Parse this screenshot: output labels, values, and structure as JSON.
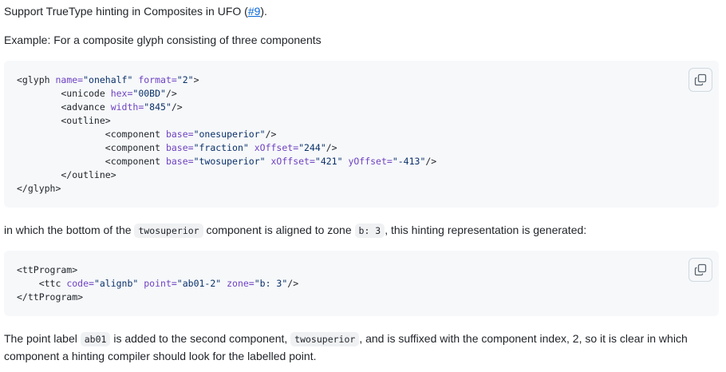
{
  "p1": {
    "text_before": "Support TrueType hinting in Composites in UFO (",
    "link": "#9",
    "text_after": ")."
  },
  "p2": {
    "text": "Example: For a composite glyph consisting of three components"
  },
  "code1": {
    "lines": [
      [
        [
          "tag",
          "<glyph "
        ],
        [
          "attr",
          "name="
        ],
        [
          "val",
          "\"onehalf\""
        ],
        [
          "attr",
          " format="
        ],
        [
          "val",
          "\"2\""
        ],
        [
          "tag",
          ">"
        ]
      ],
      [
        [
          "tag",
          "        <unicode "
        ],
        [
          "attr",
          "hex="
        ],
        [
          "val",
          "\"00BD\""
        ],
        [
          "tag",
          "/>"
        ]
      ],
      [
        [
          "tag",
          "        <advance "
        ],
        [
          "attr",
          "width="
        ],
        [
          "val",
          "\"845\""
        ],
        [
          "tag",
          "/>"
        ]
      ],
      [
        [
          "tag",
          "        <outline>"
        ]
      ],
      [
        [
          "tag",
          "                <component "
        ],
        [
          "attr",
          "base="
        ],
        [
          "val",
          "\"onesuperior\""
        ],
        [
          "tag",
          "/>"
        ]
      ],
      [
        [
          "tag",
          "                <component "
        ],
        [
          "attr",
          "base="
        ],
        [
          "val",
          "\"fraction\""
        ],
        [
          "attr",
          " xOffset="
        ],
        [
          "val",
          "\"244\""
        ],
        [
          "tag",
          "/>"
        ]
      ],
      [
        [
          "tag",
          "                <component "
        ],
        [
          "attr",
          "base="
        ],
        [
          "val",
          "\"twosuperior\""
        ],
        [
          "attr",
          " xOffset="
        ],
        [
          "val",
          "\"421\""
        ],
        [
          "attr",
          " yOffset="
        ],
        [
          "val",
          "\"-413\""
        ],
        [
          "tag",
          "/>"
        ]
      ],
      [
        [
          "tag",
          "        </outline>"
        ]
      ],
      [
        [
          "tag",
          "</glyph>"
        ]
      ]
    ]
  },
  "p3": {
    "t1": "in which the bottom of the ",
    "c1": "twosuperior",
    "t2": " component is aligned to zone ",
    "c2": "b: 3",
    "t3": ", this hinting representation is generated:"
  },
  "code2": {
    "lines": [
      [
        [
          "tag",
          "<ttProgram>"
        ]
      ],
      [
        [
          "tag",
          "    <ttc "
        ],
        [
          "attr",
          "code="
        ],
        [
          "val",
          "\"alignb\""
        ],
        [
          "attr",
          " point="
        ],
        [
          "val",
          "\"ab01-2\""
        ],
        [
          "attr",
          " zone="
        ],
        [
          "val",
          "\"b: 3\""
        ],
        [
          "tag",
          "/>"
        ]
      ],
      [
        [
          "tag",
          "</ttProgram>"
        ]
      ]
    ]
  },
  "p4": {
    "t1": "The point label ",
    "c1": "ab01",
    "t2": " is added to the second component, ",
    "c2": "twosuperior",
    "t3": ", and is suffixed with the component index, 2, so it is clear in which component a hinting compiler should look for the labelled point."
  },
  "icons": {
    "copy": "copy-icon"
  }
}
